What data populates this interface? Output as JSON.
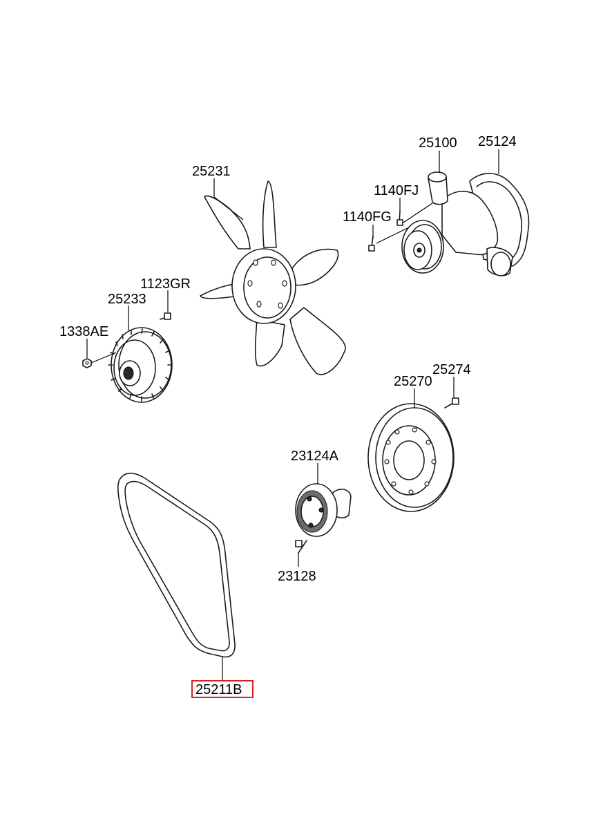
{
  "diagram": {
    "parts": {
      "p25231": "25231",
      "p25100": "25100",
      "p25124": "25124",
      "p1140FJ": "1140FJ",
      "p1140FG": "1140FG",
      "p1123GR": "1123GR",
      "p25233": "25233",
      "p1338AE": "1338AE",
      "p25274": "25274",
      "p25270": "25270",
      "p23124A": "23124A",
      "p23128": "23128",
      "p25211B": "25211B"
    },
    "highlight_color": "#e02020"
  }
}
